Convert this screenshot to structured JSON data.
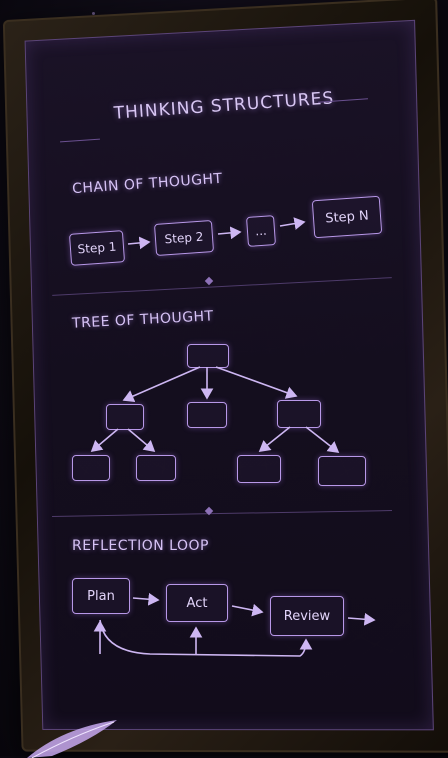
{
  "board": {
    "title": "THINKING STRUCTURES"
  },
  "chain_of_thought": {
    "heading": "CHAIN OF THOUGHT",
    "steps": [
      "Step 1",
      "Step 2",
      "...",
      "Step N"
    ]
  },
  "tree_of_thought": {
    "heading": "TREE OF THOUGHT"
  },
  "reflection_loop": {
    "heading": "REFLECTION LOOP",
    "nodes": [
      "Plan",
      "Act",
      "Review"
    ]
  },
  "colors": {
    "accent": "#b898e8",
    "panel": "#140e1e",
    "frame": "#2b2218"
  }
}
